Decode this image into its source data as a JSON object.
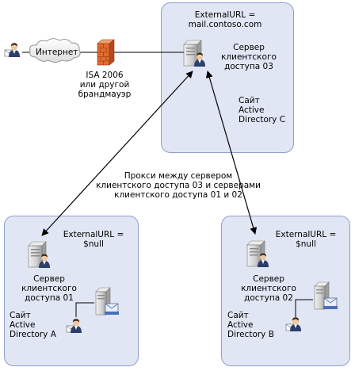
{
  "sites": {
    "c": {
      "external_url_label": "ExternalURL =",
      "external_url_value": "mail.contoso.com",
      "server_label": "Сервер\nклиентского\nдоступа 03",
      "site_label": "Сайт\nActive\nDirectory C"
    },
    "a": {
      "external_url_label": "ExternalURL =",
      "external_url_value": "$null",
      "server_label": "Сервер\nклиентского\nдоступа 01",
      "site_label": "Сайт\nActive\nDirectory A"
    },
    "b": {
      "external_url_label": "ExternalURL =",
      "external_url_value": "$null",
      "server_label": "Сервер\nклиентского\nдоступа 02",
      "site_label": "Сайт\nActive\nDirectory B"
    }
  },
  "internet_label": "Интернет",
  "firewall_label": "ISA 2006\nили другой\nбрандмауэр",
  "proxy_note": "Прокси между сервером\nклиентского доступа 03 и серверами\nклиентского доступа 01 и 02",
  "colors": {
    "site_fill": "#e1e6f4",
    "site_border": "#8f9fc7",
    "firewall": "#e36a2f",
    "server_body": "#d8d8d8"
  },
  "icons": [
    "user-icon",
    "cloud-icon",
    "firewall-icon",
    "server-icon",
    "mailbox-server-icon"
  ]
}
